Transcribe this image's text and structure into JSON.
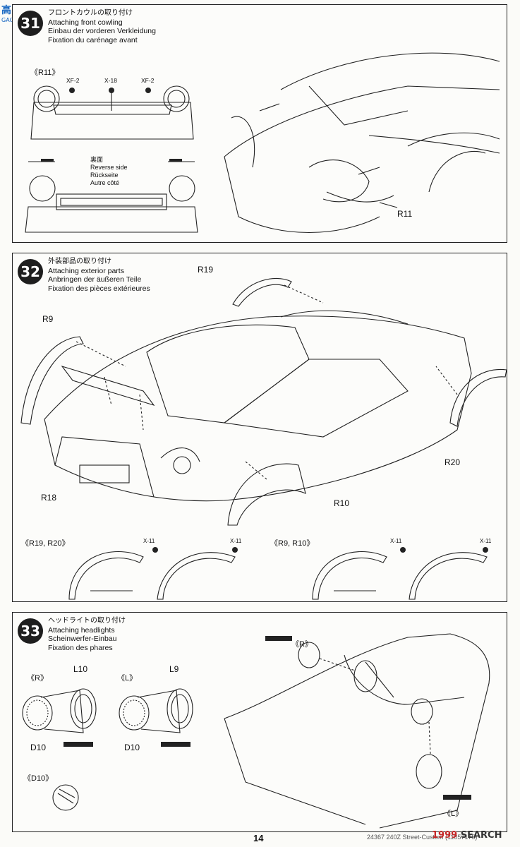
{
  "watermark": {
    "brand": "高手网",
    "sub": "GAOSHOU"
  },
  "steps": [
    {
      "number": "31",
      "jp": "フロントカウルの取り付け",
      "en": "Attaching front cowling",
      "de": "Einbau der vorderen Verkleidung",
      "fr": "Fixation du carénage avant",
      "labels": {
        "part_group": "《R11》",
        "screw_left": "XF-2",
        "screw_mid": "X-18",
        "screw_right": "XF-2",
        "reverse_jp": "裏面",
        "reverse_en": "Reverse side",
        "reverse_de": "Rückseite",
        "reverse_fr": "Autre côté",
        "callout": "R11"
      }
    },
    {
      "number": "32",
      "jp": "外装部品の取り付け",
      "en": "Attaching exterior parts",
      "de": "Anbringen der äußeren Teile",
      "fr": "Fixation des pièces extérieures",
      "labels": {
        "r19": "R19",
        "r9": "R9",
        "r18": "R18",
        "r20": "R20",
        "r10": "R10",
        "group_a": "《R19, R20》",
        "group_b": "《R9, R10》",
        "x11_a1": "X-11",
        "x11_a2": "X-11",
        "x11_b1": "X-11",
        "x11_b2": "X-11"
      }
    },
    {
      "number": "33",
      "jp": "ヘッドライトの取り付け",
      "en": "Attaching headlights",
      "de": "Scheinwerfer-Einbau",
      "fr": "Fixation des phares",
      "labels": {
        "side_r": "《R》",
        "side_l": "《L》",
        "l10": "L10",
        "l9": "L9",
        "d10_a": "D10",
        "d10_b": "D10",
        "group_d10": "《D10》",
        "car_r": "《R》",
        "car_l": "《L》"
      }
    }
  ],
  "footer": {
    "page": "14",
    "code": "24367 240Z Street-Custom (11057175)",
    "logo_main": "1999",
    "logo_rest": "SEARCH"
  }
}
